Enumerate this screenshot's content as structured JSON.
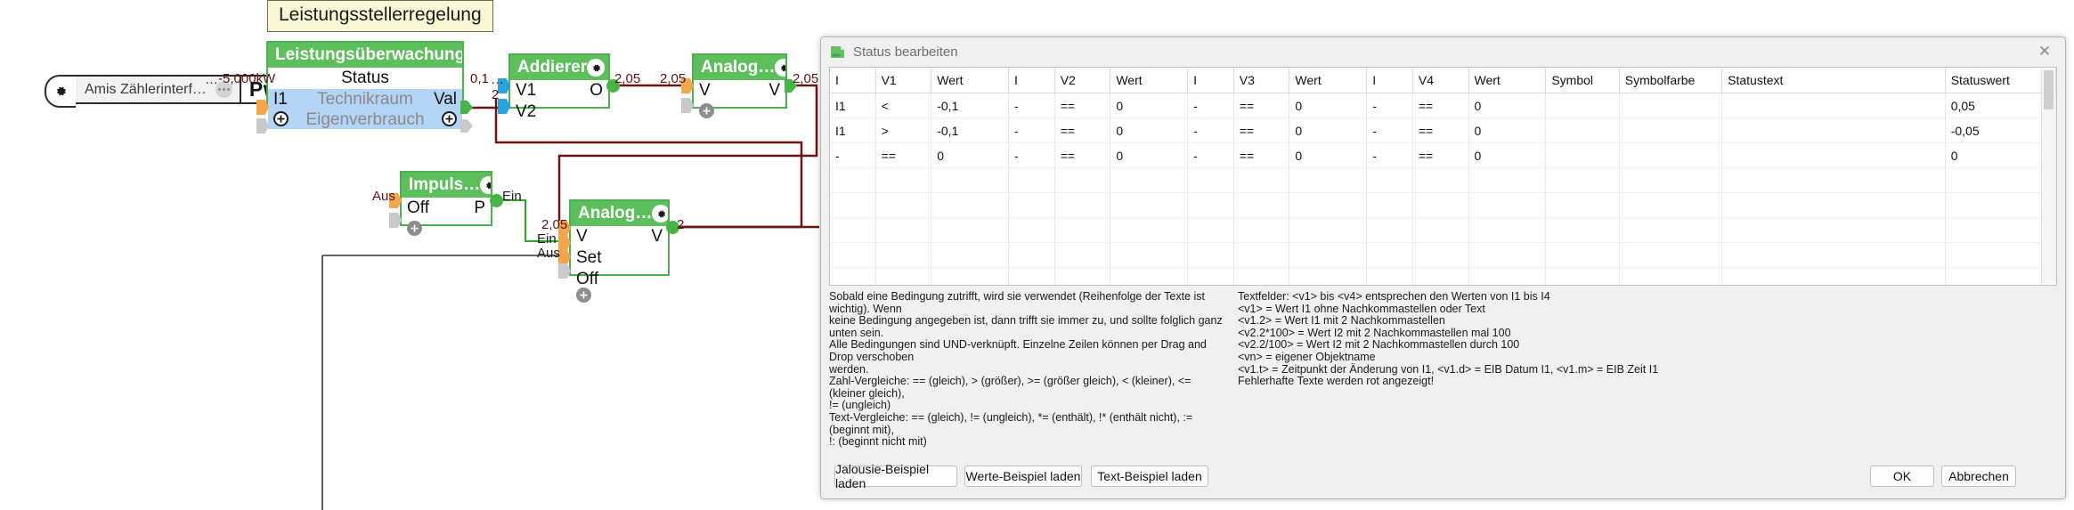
{
  "scene": {
    "label": "Leistungsstellerregelung"
  },
  "device": {
    "name": "Amis  Zählerinterf…",
    "port_label": "Pwr",
    "gear_icon": "gear-icon",
    "more_icon": "ellipsis-icon"
  },
  "blocks": [
    {
      "id": "leistungsueberwachung",
      "title": "Leistungsüberwachung",
      "rows": [
        {
          "left": "",
          "center": "Status",
          "right": "",
          "selected": false
        },
        {
          "left": "I1",
          "center": "Technikraum",
          "right": "Val",
          "selected": true
        },
        {
          "left": "+",
          "center": "Eigenverbrauch",
          "right": "+",
          "selected": true
        }
      ]
    },
    {
      "id": "addierer",
      "title": "Addierer",
      "rows": [
        {
          "left": "V1",
          "center": "",
          "right": "O",
          "selected": false
        },
        {
          "left": "V2",
          "center": "",
          "right": "",
          "selected": false
        }
      ]
    },
    {
      "id": "analog-top",
      "title": "Analog…",
      "rows": [
        {
          "left": "V",
          "center": "",
          "right": "V",
          "selected": false
        },
        {
          "left": "+",
          "center": "",
          "right": "",
          "selected": false
        }
      ]
    },
    {
      "id": "impuls",
      "title": "Impuls…",
      "rows": [
        {
          "left": "Off",
          "center": "",
          "right": "P",
          "selected": false
        },
        {
          "left": "+",
          "center": "",
          "right": "",
          "selected": false
        }
      ]
    },
    {
      "id": "analog-bottom",
      "title": "Analog…",
      "rows": [
        {
          "left": "V",
          "center": "",
          "right": "V",
          "selected": false
        },
        {
          "left": "Set",
          "center": "",
          "right": "",
          "selected": false
        },
        {
          "left": "Off",
          "center": "",
          "right": "",
          "selected": false
        },
        {
          "left": "+",
          "center": "",
          "right": "",
          "selected": false
        }
      ]
    }
  ],
  "wire_labels": {
    "pwr_value": "-5,000kW",
    "pwr_dots": "…",
    "ueberwachung_out": "0,1",
    "ueberwachung_out_dots": "…",
    "addierer_v2": "2",
    "addierer_out": "2,05",
    "analog_top_in": "2,05",
    "analog_top_out": "2,05",
    "impuls_in": "Aus",
    "impuls_out": "Ein",
    "analog_bottom_v": "2,05",
    "analog_bottom_set": "Ein",
    "analog_bottom_off": "Aus",
    "analog_bottom_out": "2"
  },
  "dialog": {
    "title": "Status bearbeiten",
    "close_label": "✕",
    "icon": "app-icon",
    "table": {
      "headers": [
        "I",
        "V1",
        "Wert",
        "I",
        "V2",
        "Wert",
        "I",
        "V3",
        "Wert",
        "I",
        "V4",
        "Wert",
        "Symbol",
        "Symbolfarbe",
        "Statustext",
        "Statuswert"
      ],
      "rows": [
        [
          "I1",
          "<",
          "-0,1",
          "-",
          "==",
          "0",
          "-",
          "==",
          "0",
          "-",
          "==",
          "0",
          "",
          "",
          "",
          "0,05"
        ],
        [
          "I1",
          ">",
          "-0,1",
          "-",
          "==",
          "0",
          "-",
          "==",
          "0",
          "-",
          "==",
          "0",
          "",
          "",
          "",
          "-0,05"
        ],
        [
          "-",
          "==",
          "0",
          "-",
          "==",
          "0",
          "-",
          "==",
          "0",
          "-",
          "==",
          "0",
          "",
          "",
          "",
          "0"
        ]
      ]
    },
    "help_left": "Sobald eine Bedingung zutrifft, wird sie verwendet (Reihenfolge der Texte ist wichtig). Wenn\nkeine Bedingung angegeben ist, dann trifft sie immer zu, und sollte folglich ganz unten sein.\nAlle Bedingungen sind UND-verknüpft. Einzelne Zeilen können per Drag and Drop verschoben\nwerden.\nZahl-Vergleiche: == (gleich), > (größer), >= (größer gleich), < (kleiner), <= (kleiner gleich),\n!= (ungleich)\nText-Vergleiche: == (gleich), != (ungleich), *= (enthält), !* (enthält nicht), := (beginnt mit),\n!: (beginnt nicht mit)",
    "help_right": "Textfelder: <v1> bis <v4> entsprechen den Werten von I1 bis I4\n<v1> = Wert I1 ohne Nachkommastellen oder Text\n<v1.2> = Wert I1 mit 2 Nachkommastellen\n<v2.2*100> = Wert I2 mit 2 Nachkommastellen mal 100\n<v2.2/100> = Wert I2 mit 2 Nachkommastellen durch 100\n<vn> = eigener Objektname\n<v1.t> = Zeitpunkt der Änderung von I1, <v1.d> = EIB Datum I1, <v1.m> = EIB Zeit I1\nFehlerhafte Texte werden rot angezeigt!",
    "buttons": {
      "jalousie": "Jalousie-Beispiel laden",
      "werte": "Werte-Beispiel laden",
      "text": "Text-Beispiel laden",
      "ok": "OK",
      "cancel": "Abbrechen"
    }
  },
  "colors": {
    "block_green": "#5cbf5c",
    "block_border": "#4caf50",
    "selected_row": "#b3d4f5",
    "wire_dark": "#6b1414",
    "wire_green": "#2fa82f",
    "label_bg": "#fbf8d8"
  }
}
